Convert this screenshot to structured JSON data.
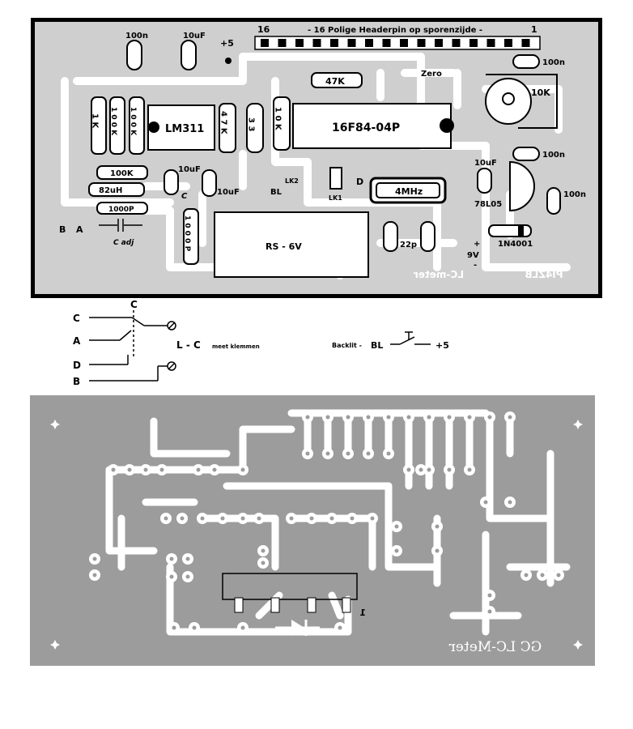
{
  "component_layout": {
    "header_number_left": "16",
    "header_title": "- 16 Polige Headerpin op sporenzijde -",
    "header_number_right": "1",
    "labels": {
      "c_100n_top": "100n",
      "c_10uf_top": "10uF",
      "plus5": "+5",
      "r_1k": "1 K",
      "r_100k_a": "1 0 0 K",
      "r_100k_b": "1 0 0 K",
      "ic_lm311": "LM311",
      "r_47k_v": "4 7 K",
      "r_33": "3 3",
      "r_10k_v": "1 0 K",
      "r_47k_h": "47K",
      "zero": "Zero",
      "ic_pic": "16F84-04P",
      "c_100n_r1": "100n",
      "pot_10k": "10K",
      "c_100n_r2": "100n",
      "r_100k_h": "100K",
      "c_10uf_mid": "10uF",
      "l_82uh": "82uH",
      "c_label": "C",
      "c_10uf_b": "10uF",
      "bl": "BL",
      "lk2": "LK2",
      "d": "D",
      "lk1": "LK1",
      "xtal": "4MHz",
      "c_10uf_r": "10uF",
      "reg": "78L05",
      "c_100n_r3": "100n",
      "c_1000p_h": "1000P",
      "c_1000p_v": "1 0 0 0 P",
      "b": "B",
      "a": "A",
      "c_adj": "C adj",
      "rs_6v": "RS - 6V",
      "c_22p": "22p",
      "diode": "1N4001",
      "v9": "9V",
      "plus": "+",
      "minus": "-",
      "callsign": "PI4ZLB",
      "lc_meter": "LC-meter"
    }
  },
  "wiring_schematic": {
    "terminals": [
      "C",
      "A",
      "D",
      "B"
    ],
    "switch_label": "C",
    "clamps": "L - C",
    "clamps_small": "meet klemmen",
    "backlit": "Backlit -",
    "bl": "BL",
    "plus5": "+5"
  },
  "copper_layout": {
    "footer_text": "GC LC-Meter",
    "pin1_mark": "1"
  }
}
